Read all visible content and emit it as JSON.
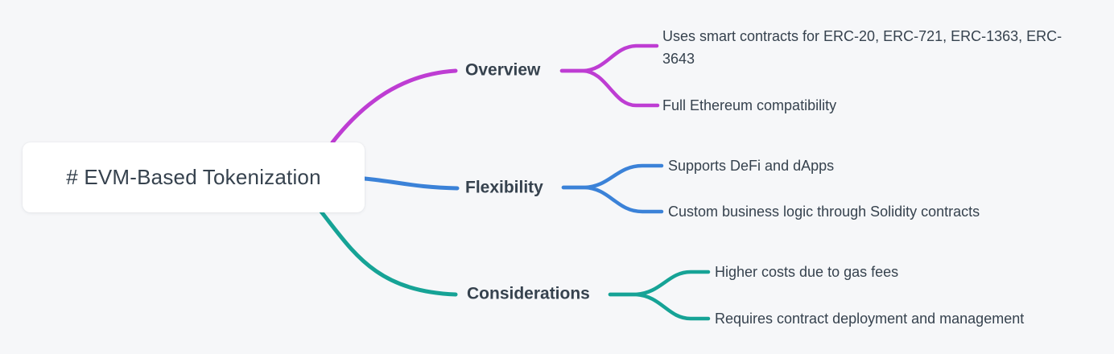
{
  "colors": {
    "background": "#f6f7f9",
    "text": "#36424e",
    "node_background": "#ffffff"
  },
  "root": {
    "label": "# EVM-Based Tokenization"
  },
  "branches": [
    {
      "label": "Overview",
      "color": "#be3dd3",
      "children": [
        "Uses smart contracts for ERC-20, ERC-721, ERC-1363, ERC-3643",
        "Full Ethereum compatibility"
      ]
    },
    {
      "label": "Flexibility",
      "color": "#3b82d8",
      "children": [
        "Supports DeFi and dApps",
        "Custom business logic through Solidity contracts"
      ]
    },
    {
      "label": "Considerations",
      "color": "#16a396",
      "children": [
        "Higher costs due to gas fees",
        "Requires contract deployment and management"
      ]
    }
  ]
}
